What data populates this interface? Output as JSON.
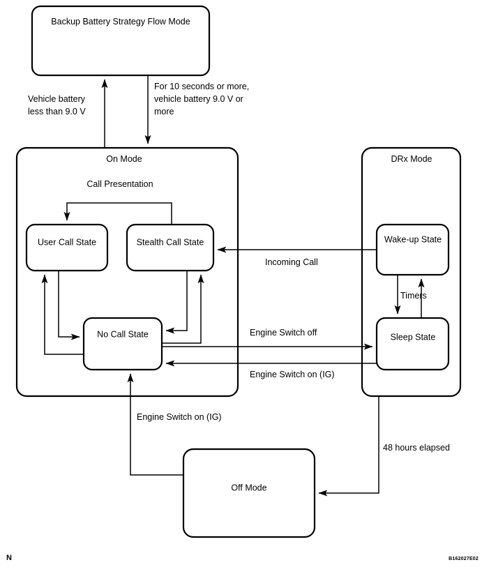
{
  "diagram": {
    "title": "Backup Battery Strategy Flow Mode",
    "corner_mark": "N",
    "figure_id": "B162027E02",
    "stroke_color": "#000000",
    "background_color": "#ffffff"
  },
  "nodes": {
    "backup_battery": {
      "label": "Backup Battery Strategy Flow Mode"
    },
    "on_mode": {
      "label": "On Mode"
    },
    "call_presentation": {
      "label": "Call Presentation"
    },
    "user_call_state": {
      "label": "User Call State"
    },
    "stealth_call_state": {
      "label": "Stealth Call State"
    },
    "no_call_state": {
      "label": "No Call State"
    },
    "drx_mode": {
      "label": "DRx Mode"
    },
    "wake_up_state": {
      "label": "Wake-up State"
    },
    "sleep_state": {
      "label": "Sleep State"
    },
    "off_mode": {
      "label": "Off Mode"
    }
  },
  "edge_labels": {
    "vehicle_battery_low_1": "Vehicle battery",
    "vehicle_battery_low_2": "less than 9.0 V",
    "battery_ok_1": "For 10 seconds or more,",
    "battery_ok_2": "vehicle battery 9.0 V or",
    "battery_ok_3": "more",
    "incoming_call": "Incoming Call",
    "timers": "Timers",
    "engine_switch_off": "Engine Switch off",
    "engine_switch_on_ig_right": "Engine Switch on (IG)",
    "engine_switch_on_ig_bottom": "Engine Switch on (IG)",
    "hours_elapsed": "48 hours elapsed"
  }
}
